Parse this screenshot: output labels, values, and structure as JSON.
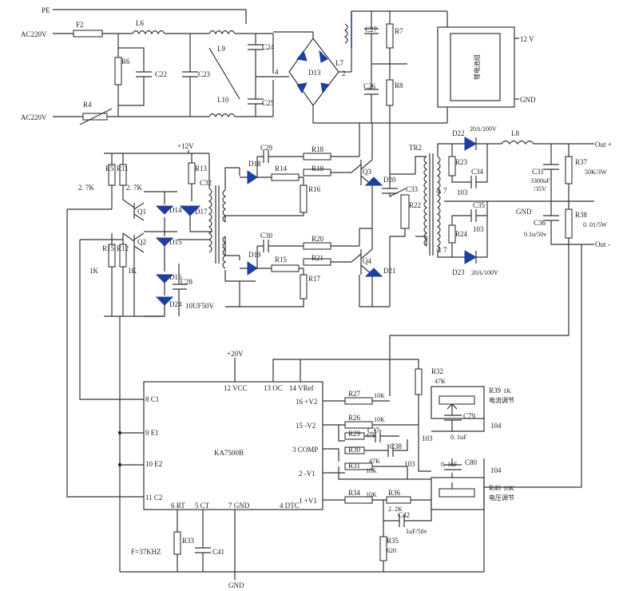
{
  "labels": {
    "pe": "PE",
    "ac_l": "AC220V",
    "ac_n": "AC220V",
    "f2": "F2",
    "l6": "L6",
    "r6": "R6",
    "c22": "C22",
    "c23": "C23",
    "l9": "L9",
    "l10": "L10",
    "c24": "C24",
    "c25": "C25",
    "r4": "R4",
    "d13": "D13",
    "l7": "L7",
    "n4": "4",
    "n2": "2",
    "c27": "C27",
    "c26": "C26",
    "r7": "R7",
    "r8": "R8",
    "v12": "12 V",
    "gnd_top": "GND",
    "battery": "锂电池组",
    "plus12v": "+12V",
    "r5": "R5",
    "r11": "R11",
    "r13": "R13",
    "r5v": "2. 7K",
    "r11v": "2. 7K",
    "q1": "Q1",
    "q2": "Q2",
    "d14": "D14",
    "d15": "D15",
    "d16": "D16",
    "d24": "D24",
    "d17": "D17",
    "c28": "C28",
    "c28v": "10UF50V",
    "r12": "R12",
    "r15_left": "R15",
    "r1k_a": "1K",
    "r1k_b": "1K",
    "c32": "C32",
    "c29": "C29",
    "c30": "C30",
    "d18": "D18",
    "d19": "D19",
    "r18": "R18",
    "r19": "R19",
    "r14": "R14",
    "r16": "R16",
    "r20": "R20",
    "r21": "R21",
    "r15": "R15",
    "r17": "R17",
    "q3": "Q3",
    "q4": "Q4",
    "d20": "D20",
    "d21": "D21",
    "c33": "C33",
    "r22": "R22",
    "tr2": "TR2",
    "d22": "D22",
    "d22v": "20A/100V",
    "l8": "L8",
    "r23": "R23",
    "c34": "C34",
    "c34v": "103",
    "r23v": "4. 7",
    "c31": "C31",
    "c31v1": "3300uF",
    "c31v2": "/35V",
    "r37": "R37",
    "r37v": "50K/3W",
    "out_plus": "Out +",
    "out_minus": "Out -",
    "gnd_mid": "GND",
    "c35": "C35",
    "c35v": "103",
    "r24": "R24",
    "r24v": "4. 7",
    "d23": "D23",
    "d23v": "20A/100V",
    "c36": "C36",
    "c36v": "0.1u/50v",
    "r38": "R38",
    "r38v": "0. 01/5W",
    "plus20v": "+20V",
    "ic_name": "KA7500B",
    "p12": "12 VCC",
    "p13": "13 OC",
    "p14": "14 VRef",
    "p16": "16 +V2",
    "p15": "15 -V2",
    "p3": "3 COMP",
    "p2": "2 -V1",
    "p1": "1 +V1",
    "p8": "8 C1",
    "p9": "9 E1",
    "p10": "10 E2",
    "p11": "11 C2",
    "p6": "6 RT",
    "p5": "5 CT",
    "p7": "7 GND",
    "p4": "4 DTC",
    "r27": "R27",
    "r27v": "10K",
    "r26": "R26",
    "r26v": "10K",
    "r29": "R29",
    "r29v": "47K",
    "r30": "R30",
    "r31": "R31",
    "r31v": "10K",
    "r30v": "47K",
    "c37": "C37",
    "c38": "C38",
    "c37v": "103",
    "c38v": "103",
    "r32": "R32",
    "r32v": "47K",
    "r39": "R39",
    "r39v": "1K",
    "r39cn": "电流调节",
    "c79": "C79",
    "c79v": "0. 1uF",
    "c79n": "104",
    "c80": "C80",
    "c80v": "0. 1uF",
    "c80n": "104",
    "r40": "R40",
    "r40v": "10K",
    "r40cn": "电压调节",
    "r34": "R34",
    "r34v": "10K",
    "r36": "R36",
    "r36v": "2. 2K",
    "c42": "C42",
    "c42v": "1uF/50v",
    "r35": "R35",
    "r35v": "620",
    "r33": "R33",
    "c41": "C41",
    "freq": "F=37KHZ",
    "gnd_bottom": "GND"
  },
  "colors": {
    "diode": "#1f3f9f",
    "wire": "#333333"
  }
}
